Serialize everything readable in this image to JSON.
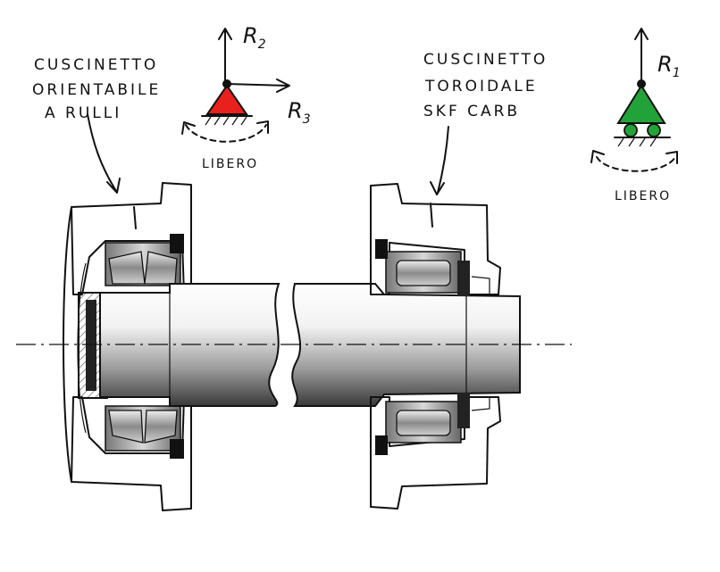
{
  "left_bearing": {
    "label_line1": "CUSCINETTO",
    "label_line2": "ORIENTABILE",
    "label_line3": "A RULLI"
  },
  "right_bearing": {
    "label_line1": "CUSCINETTO",
    "label_line2": "TOROIDALE",
    "label_line3": "SKF CARB"
  },
  "fixed_support": {
    "reaction_vertical": "R",
    "reaction_vertical_sub": "2",
    "reaction_horizontal": "R",
    "reaction_horizontal_sub": "3",
    "rotation_label": "LIBERO",
    "color": "#e8201e"
  },
  "roller_support": {
    "reaction_vertical": "R",
    "reaction_vertical_sub": "1",
    "rotation_label": "LIBERO",
    "color": "#22a33a"
  }
}
